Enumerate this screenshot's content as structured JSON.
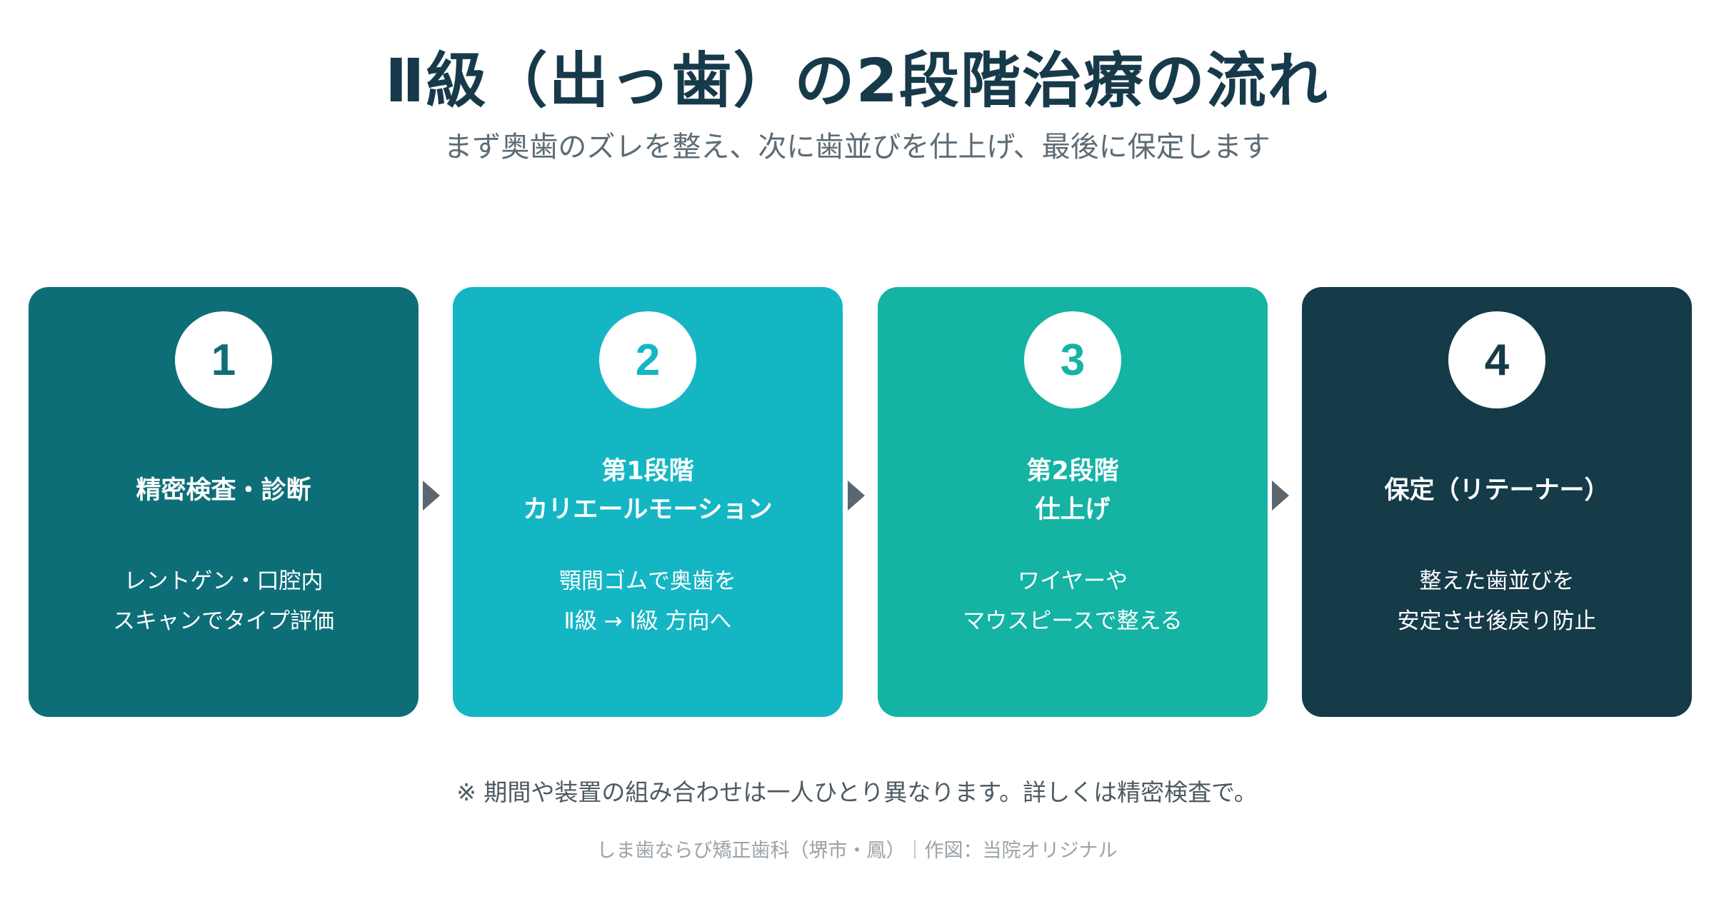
{
  "title": "Ⅱ級（出っ歯）の2段階治療の流れ",
  "subtitle": "まず奥歯のズレを整え、次に歯並びを仕上げ、最後に保定します",
  "steps": [
    {
      "number": "1",
      "heading": [
        "精密検査・診断"
      ],
      "description": [
        "レントゲン・口腔内",
        "スキャンでタイプ評価"
      ],
      "color": "#0e6e78"
    },
    {
      "number": "2",
      "heading": [
        "第1段階",
        "カリエールモーション"
      ],
      "description": [
        "顎間ゴムで奥歯を",
        "Ⅱ級 → Ⅰ級 方向へ"
      ],
      "color": "#14b6c4"
    },
    {
      "number": "3",
      "heading": [
        "第2段階",
        "仕上げ"
      ],
      "description": [
        "ワイヤーや",
        "マウスピースで整える"
      ],
      "color": "#14b3a4"
    },
    {
      "number": "4",
      "heading": [
        "保定（リテーナー）"
      ],
      "description": [
        "整えた歯並びを",
        "安定させ後戻り防止"
      ],
      "color": "#153a48"
    }
  ],
  "note": "※ 期間や装置の組み合わせは一人ひとり異なります。詳しくは精密検査で。",
  "credit": "しま歯ならび矯正歯科（堺市・鳳）｜作図：当院オリジナル"
}
